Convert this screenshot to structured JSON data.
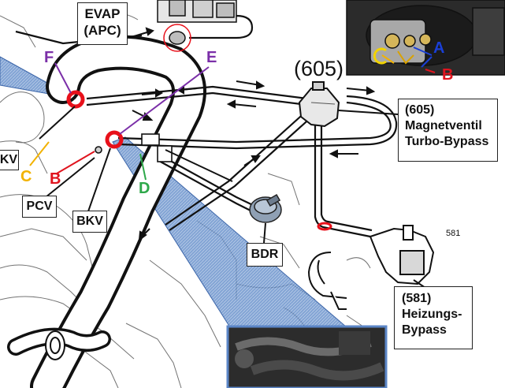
{
  "labels": {
    "evap_line1": "EVAP",
    "evap_line2": "(APC)",
    "valve_605_top": "(605)",
    "box_605_line1": "(605)",
    "box_605_line2": "Magnetventil",
    "box_605_line3": "Turbo-Bypass",
    "box_581_line1": "(581)",
    "box_581_line2": "Heizungs-",
    "box_581_line3": "Bypass",
    "num_581": "581",
    "pcv": "PCV",
    "bkv_left": "KV",
    "bkv": "BKV",
    "bdr": "BDR"
  },
  "letters": {
    "A": {
      "text": "A",
      "color": "#1a3fd6"
    },
    "B_top": {
      "text": "B",
      "color": "#e0141e"
    },
    "C_left": {
      "text": "C",
      "color": "#f2b200"
    },
    "B_left": {
      "text": "B",
      "color": "#e0141e"
    },
    "D": {
      "text": "D",
      "color": "#2ea84a"
    },
    "E": {
      "text": "E",
      "color": "#7b2fa8"
    },
    "F": {
      "text": "F",
      "color": "#7b2fa8"
    }
  },
  "colors": {
    "callout_blue": "#5b86c7",
    "marker_red": "#e8101a",
    "hose_dark": "#111111"
  }
}
